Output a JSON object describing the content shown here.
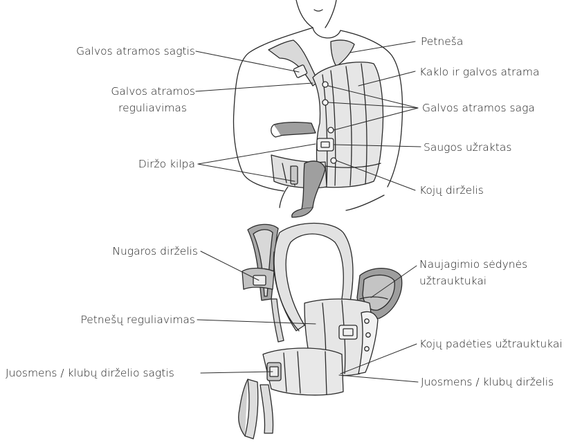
{
  "labels": {
    "petnesa": "Petneša",
    "galvos_atramos_sagtis": "Galvos atramos sagtis",
    "kaklo_ir_galvos_atrama": "Kaklo ir galvos atrama",
    "galvos_atramos_reguliavimas_1": "Galvos atramos",
    "galvos_atramos_reguliavimas_2": "reguliavimas",
    "galvos_atramos_saga": "Galvos atramos saga",
    "saugos_uzraktas": "Saugos užraktas",
    "dirzo_kilpa": "Diržo kilpa",
    "koju_dirzelis": "Kojų dirželis",
    "nugaros_dirzelis": "Nugaros dirželis",
    "naujagimio_sedynes_1": "Naujagimio sėdynės",
    "naujagimio_sedynes_2": "užtrauktukai",
    "petnesu_reguliavimas": "Petnešų reguliavimas",
    "koju_padeties_uztrauktukai": "Kojų padėties užtrauktukai",
    "juosmens_klubu_dirzelio_sagtis": "Juosmens / klubų dirželio sagtis",
    "juosmens_klubu_dirzelis": "Juosmens / klubų dirželis"
  },
  "colors": {
    "outline": "#2a2a2a",
    "fabric_light": "#e6e6e6",
    "fabric_mid": "#bdbdbd",
    "fabric_dark": "#9a9a9a",
    "skin": "#ffffff"
  }
}
